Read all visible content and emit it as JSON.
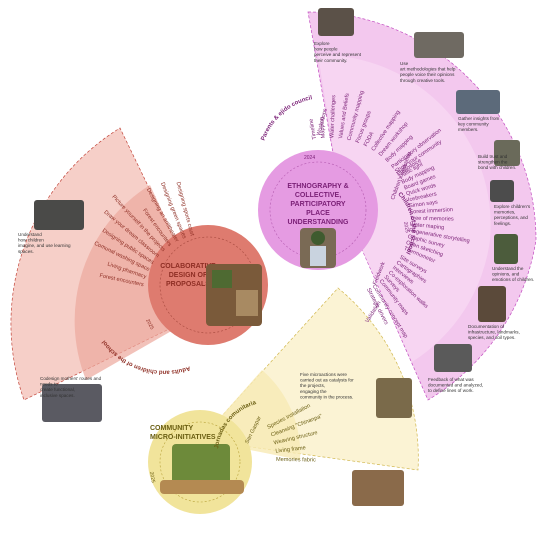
{
  "colors": {
    "ethno_fan": "#f3c8ee",
    "ethno_fan_stroke": "#c04bbf",
    "ethno_hub": "#e59be2",
    "ethno_text": "#7a1f76",
    "collab_fan": "#f6cfc8",
    "collab_fan_stroke": "#c2453a",
    "collab_hub": "#de7b6f",
    "collab_text": "#8e2e24",
    "micro_fan": "#fbf3d4",
    "micro_fan_stroke": "#d1b74d",
    "micro_hub": "#f1e49b",
    "micro_text": "#6a5e12"
  },
  "ethnography": {
    "title_lines": [
      "ETHNOGRAPHY &",
      "COLLECTIVE,",
      "PARTICIPATORY",
      "PLACE",
      "UNDERSTANDING"
    ],
    "ring_parents": "Parents & ejido council",
    "ring_children": "Children of the school",
    "ring_childrens_workshop": "Children's workshop",
    "ring_workshops": "Workshops",
    "ring_fieldwork": "Fieldwork",
    "ring_validation": "Validation",
    "year_a": "2024",
    "year_b": "2025",
    "parents_methods": [
      "Timeline",
      "Mapping",
      "Water challenges",
      "Values and Beliefs",
      "Community mapping",
      "Focus groups",
      "FODA",
      "Collective mapping",
      "Dream workshop",
      "Body mapping",
      "Participatory observation",
      "Photovoice"
    ],
    "children_methods": [
      "Show your community",
      "Traffic light",
      "Body mapping",
      "Board games",
      "Quick words",
      "Icebreakers",
      "Simon says",
      "Forest immersion",
      "Tree of memories",
      "Water maping",
      "Regenerative storytelling",
      "Graphic survey",
      "Open sketching",
      "Thermometer"
    ],
    "fieldwork_methods": [
      "Site surveys",
      "Cartographies",
      "Interviews",
      "Co-exploration walks",
      "Surveys",
      "Community maps"
    ],
    "validation_methods": [
      "Community concept map",
      "Strategic drivers"
    ],
    "notes": [
      {
        "lines": [
          "Explore ",
          "how people",
          "perceive and represent",
          "their community."
        ]
      },
      {
        "lines": [
          "Use ",
          "art methodologies that help",
          "people voice their opinions",
          "through creative tools."
        ]
      },
      {
        "lines": [
          "Gather insights from",
          "key community",
          "members."
        ]
      },
      {
        "lines": [
          "Build trust and",
          "strengthen the",
          "bond with children."
        ]
      },
      {
        "lines": [
          "Explore children's",
          "memories,",
          "perceptions, and",
          "feelings."
        ]
      },
      {
        "lines": [
          "Understand the",
          "opinions, and",
          "emotions of children."
        ]
      },
      {
        "lines": [
          "Documentation of",
          "infrastructure, landmarks,",
          "species, and soil types."
        ]
      },
      {
        "lines": [
          "Feedback of what was",
          "documented and analyzed,",
          "to define lines of work."
        ]
      }
    ]
  },
  "collaborative": {
    "title_lines": [
      "COLABORATIVE",
      "DESIGN OF",
      "PROPOSALS"
    ],
    "ring_label": "Adults and children of the school",
    "year": "2025",
    "items": [
      "Forest encounters",
      "Living pharmacy",
      "Comunal washing space",
      "Designing public spaces",
      "Draw your dream classroom",
      "Picture yourself in the projects",
      "Forest encounters",
      "Designing an antitheater",
      "Designing green spaces",
      "Designing sports court"
    ],
    "notes": [
      {
        "lines": [
          "Understand ",
          "how children",
          "imagine, and use learning",
          "spaces."
        ]
      },
      {
        "lines": [
          "Codesign mothers' routes and",
          "needs to ",
          "create functional,",
          "inclusive spaces."
        ]
      }
    ]
  },
  "micro": {
    "title_lines": [
      "COMMUNITY",
      "MICRO-INITIATIVES"
    ],
    "ring_label": "Jornadas comunitarias",
    "ring_label_b": "San Gaspar",
    "year": "2025",
    "items": [
      "Species installation",
      "Cleansing \"Chinanpa\"",
      "Weaving structure",
      "Living frame",
      "Memories fabric"
    ],
    "note": {
      "lines": [
        "Five microactions were",
        "carried out as catalysts for",
        "the projects, ",
        "engaging the",
        "community in the process."
      ]
    }
  }
}
